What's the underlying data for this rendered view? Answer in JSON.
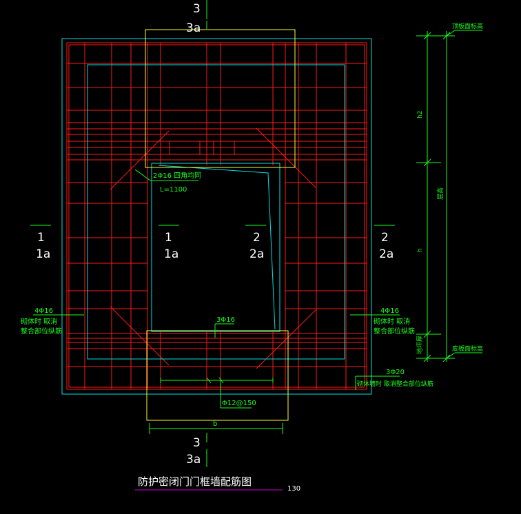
{
  "colors": {
    "background": "#000000",
    "rebar": "#ff1a1a",
    "outline": "#00e0e0",
    "opening_frame": "#ffff33",
    "annotation": "#19ff19",
    "title_text": "#ffffff",
    "title_underline": "#cc00cc"
  },
  "section_marks": {
    "top": {
      "num": "3",
      "sub": "3a"
    },
    "bottom": {
      "num": "3",
      "sub": "3a"
    },
    "left": {
      "num": "1",
      "sub": "1a"
    },
    "mid_left": {
      "num": "1",
      "sub": "1a"
    },
    "mid_right": {
      "num": "2",
      "sub": "2a"
    },
    "right": {
      "num": "2",
      "sub": "2a"
    }
  },
  "annotations": {
    "corner_bar": "2Φ16 四角均同",
    "corner_len": "L=1100",
    "left_bars": "4Φ16",
    "left_note1": "砌体时  取消",
    "left_note2": "整合部位纵筋",
    "right_bars": "4Φ16",
    "right_note1": "砌体时  取消",
    "right_note2": "整合部位纵筋",
    "bottom_bars": "3Φ16",
    "stirrup": "Φ12@150",
    "width_label": "b",
    "lower_right_bars": "3Φ20",
    "lower_right_note": "砌体墙时  取消整合部位纵筋"
  },
  "dimensions": {
    "top_level": "顶板面标高",
    "bottom_level": "底板面标高",
    "h2": "h2",
    "h": "h",
    "total": "层高",
    "base": "地坪厚"
  },
  "title": {
    "text": "防护密闭门门框墙配筋图",
    "scale": "130"
  }
}
